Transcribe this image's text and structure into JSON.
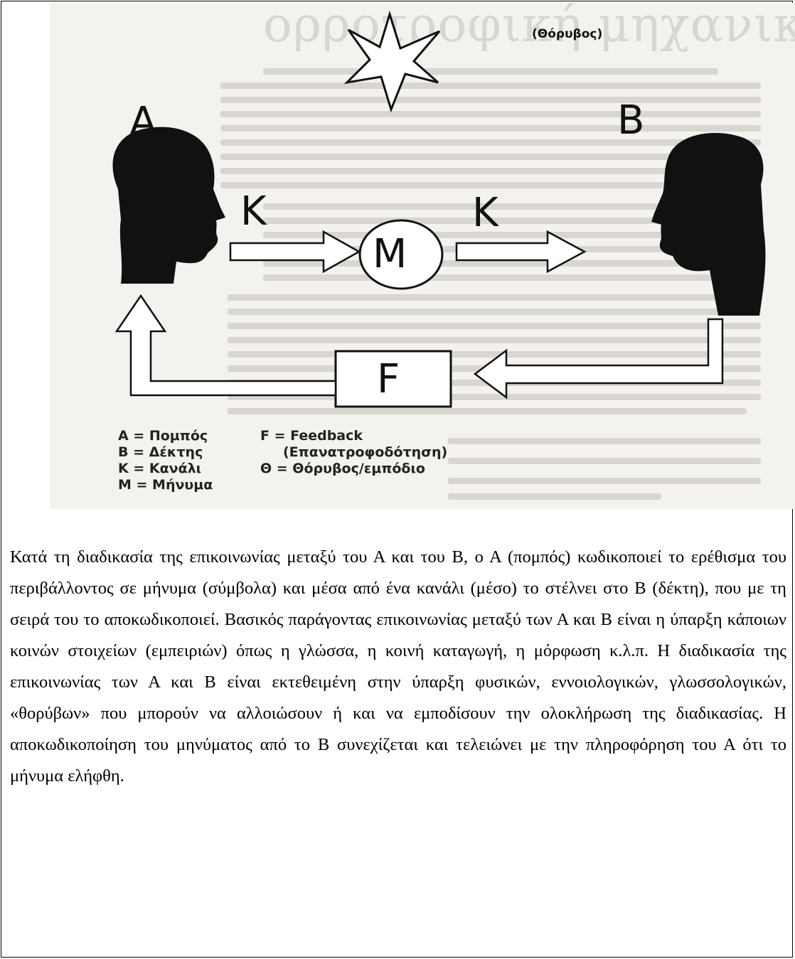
{
  "figure": {
    "background_title": "ορροτροφική μηχανική",
    "noise_label": "(Θόρυβος)",
    "sender_label": "A",
    "receiver_label": "B",
    "channel_label_left": "K",
    "channel_label_right": "K",
    "message_label": "M",
    "feedback_label": "F",
    "legend_left": [
      "A = Πομπός",
      "B = Δέκτης",
      "K = Κανάλι",
      "M = Μήνυμα"
    ],
    "legend_right": [
      "F = Feedback",
      "(Επανατροφοδότηση)",
      "Θ = Θόρυβος/εμπόδιο"
    ],
    "colors": {
      "ink": "#111111",
      "scan_bg": "#f4f2ee",
      "scan_text": "#d9d6d1"
    }
  },
  "paragraph": "Κατά τη διαδικασία της επικοινωνίας μεταξύ του Α και του Β, ο Α (πομπός) κωδικοποιεί το ερέθισμα του περιβάλλοντος σε μήνυμα (σύμβολα) και μέσα από ένα κανάλι (μέσο) το στέλνει στο Β (δέκτη), που με τη σειρά του το αποκωδικοποιεί. Βασικός παράγοντας επικοινωνίας μεταξύ των Α και Β είναι η ύπαρξη κάποιων κοινών στοιχείων (εμπειριών) όπως η γλώσσα, η κοινή καταγωγή, η μόρφωση κ.λ.π. Η διαδικασία της επικοινωνίας των Α και Β είναι εκτεθειμένη στην ύπαρξη φυσικών, εννοιολογικών, γλωσσολογικών, «θορύβων» που μπορούν να αλλοιώσουν ή και να εμποδίσουν την ολοκλήρωση της διαδικασίας. Η αποκωδικοποίηση του μηνύματος από το Β συνεχίζεται και τελειώνει με την πληροφόρηση του Α ότι το μήνυμα ελήφθη."
}
